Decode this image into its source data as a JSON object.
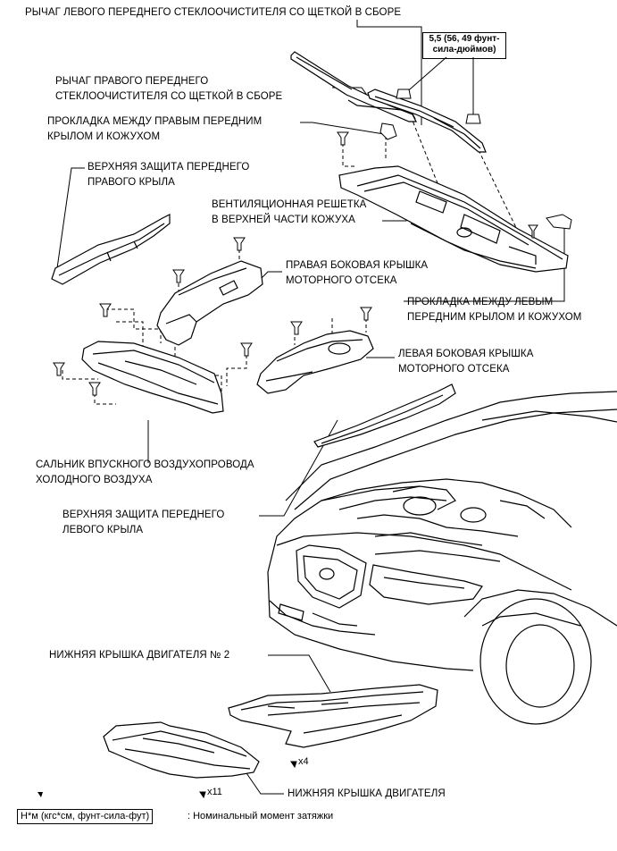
{
  "labels": {
    "left_wiper_arm": "РЫЧАГ ЛЕВОГО ПЕРЕДНЕГО СТЕКЛООЧИСТИТЕЛЯ СО ЩЕТКОЙ В СБОРЕ",
    "right_wiper_arm_1": "РЫЧАГ ПРАВОГО ПЕРЕДНЕГО",
    "right_wiper_arm_2": "СТЕКЛООЧИСТИТЕЛЯ СО ЩЕТКОЙ В СБОРЕ",
    "right_seal_1": "ПРОКЛАДКА МЕЖДУ ПРАВЫМ ПЕРЕДНИМ",
    "right_seal_2": "КРЫЛОМ И КОЖУХОМ",
    "right_fender_top_1": "ВЕРХНЯЯ ЗАЩИТА ПЕРЕДНЕГО",
    "right_fender_top_2": "ПРАВОГО КРЫЛА",
    "cowl_louver_1": "ВЕНТИЛЯЦИОННАЯ РЕШЕТКА",
    "cowl_louver_2": "В ВЕРХНЕЙ ЧАСТИ КОЖУХА",
    "right_side_cover_1": "ПРАВАЯ БОКОВАЯ КРЫШКА",
    "right_side_cover_2": "МОТОРНОГО ОТСЕКА",
    "left_seal_1": "ПРОКЛАДКА МЕЖДУ ЛЕВЫМ",
    "left_seal_2": "ПЕРЕДНИМ КРЫЛОМ И КОЖУХОМ",
    "left_side_cover_1": "ЛЕВАЯ БОКОВАЯ КРЫШКА",
    "left_side_cover_2": "МОТОРНОГО ОТСЕКА",
    "cold_air_seal_1": "САЛЬНИК ВПУСКНОГО ВОЗДУХОПРОВОДА",
    "cold_air_seal_2": "ХОЛОДНОГО ВОЗДУХА",
    "left_fender_top_1": "ВЕРХНЯЯ ЗАЩИТА ПЕРЕДНЕГО",
    "left_fender_top_2": "ЛЕВОГО КРЫЛА",
    "engine_under_cover_2": "НИЖНЯЯ КРЫШКА ДВИГАТЕЛЯ № 2",
    "engine_under_cover": "НИЖНЯЯ КРЫШКА ДВИГАТЕЛЯ"
  },
  "torque": {
    "line1": "5,5 (56, 49 фунт-",
    "line2": "сила-дюймов)"
  },
  "counts": {
    "x4": "x4",
    "x11": "x11"
  },
  "legend": {
    "box": "Н*м (кгс*см, фунт-сила-фут)",
    "text": ": Номинальный момент затяжки"
  }
}
